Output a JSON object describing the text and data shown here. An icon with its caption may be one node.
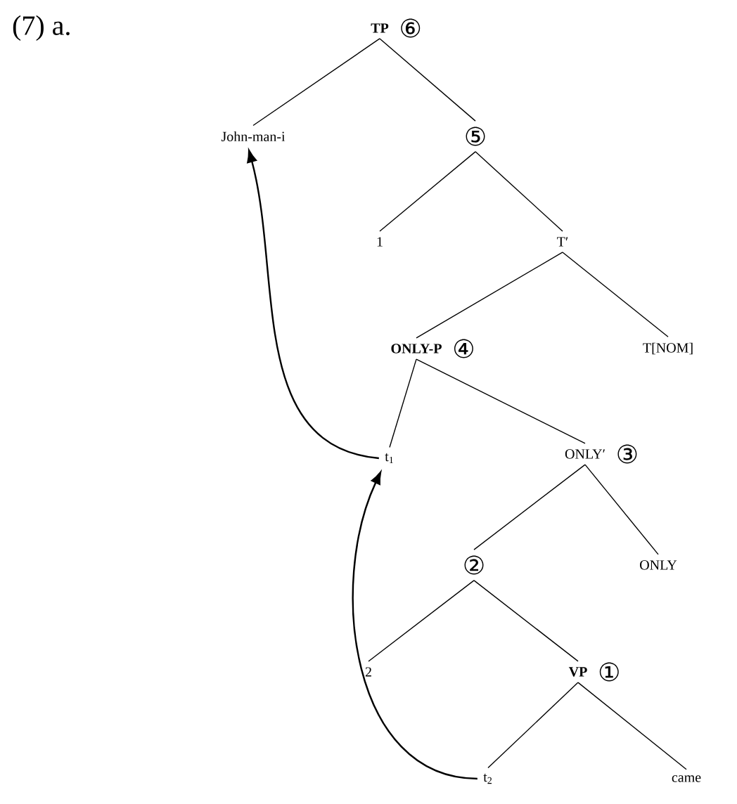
{
  "diagram": {
    "nodes": [
      {
        "text": [
          "TP"
        ],
        "beside": [
          "⑥"
        ]
      },
      {
        "text": [
          "John-man-i"
        ]
      },
      {
        "text": [
          "⑤"
        ]
      },
      {
        "text": [
          "1"
        ]
      },
      {
        "text": [
          "T′"
        ]
      },
      {
        "text": [
          "ONLY-P"
        ],
        "beside": [
          "④"
        ]
      },
      {
        "text": [
          "T[NOM]"
        ]
      },
      {
        "text": [
          "t$_{1}$"
        ]
      },
      {
        "text": [
          "ONLY′"
        ],
        "beside": [
          "③"
        ]
      },
      {
        "text": [
          "②"
        ]
      },
      {
        "text": [
          "ONLY"
        ]
      },
      {
        "text": [
          "2"
        ]
      },
      {
        "text": [
          "VP"
        ],
        "beside": [
          "①"
        ]
      },
      {
        "text": [
          "t$_{2}$"
        ]
      },
      {
        "text": [
          "came"
        ]
      }
    ],
    "edges": [
      {
        "from": 0,
        "to": 1,
        "arrow": "none"
      },
      {
        "from": 0,
        "to": 2,
        "arrow": "none"
      },
      {
        "from": 2,
        "to": 3,
        "arrow": "none"
      },
      {
        "from": 2,
        "to": 4,
        "arrow": "none"
      },
      {
        "from": 4,
        "to": 5,
        "arrow": "none"
      },
      {
        "from": 4,
        "to": 6,
        "arrow": "none"
      },
      {
        "from": 5,
        "to": 7,
        "arrow": "none"
      },
      {
        "from": 5,
        "to": 8,
        "arrow": "none"
      },
      {
        "from": 8,
        "to": 9,
        "arrow": "none"
      },
      {
        "from": 8,
        "to": 10,
        "arrow": "none"
      },
      {
        "from": 9,
        "to": 11,
        "arrow": "none"
      },
      {
        "from": 9,
        "to": 12,
        "arrow": "none"
      },
      {
        "from": 12,
        "to": 13,
        "arrow": "none"
      },
      {
        "from": 12,
        "to": 14,
        "arrow": "none"
      },
      {
        "from": 7,
        "to": 1,
        "arrow": "to"
      },
      {
        "from": 13,
        "to": 7,
        "arrow": "to"
      }
    ],
    "labels": [
      "(7) a."
    ]
  }
}
